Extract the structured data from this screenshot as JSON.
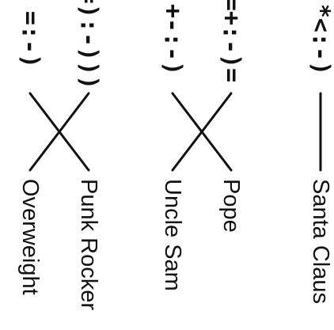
{
  "smileys": [
    {
      "text": "=:-)",
      "slot": 0
    },
    {
      "text": "=):-)))",
      "slot": 1
    },
    {
      "text": "+-:-)",
      "slot": 2
    },
    {
      "text": "=+:-)=",
      "slot": 3
    },
    {
      "text": "*<:-)",
      "slot": 4
    }
  ],
  "names": [
    {
      "text": "Overweight",
      "slot": 0
    },
    {
      "text": "Punk Rocker",
      "slot": 1
    },
    {
      "text": "Uncle Sam",
      "slot": 2
    },
    {
      "text": "Pope",
      "slot": 3
    },
    {
      "text": "Santa Claus",
      "slot": 4
    }
  ],
  "matches": [
    {
      "smiley": 0,
      "name": 1
    },
    {
      "smiley": 1,
      "name": 0
    },
    {
      "smiley": 2,
      "name": 3
    },
    {
      "smiley": 3,
      "name": 2
    },
    {
      "smiley": 4,
      "name": 4
    }
  ]
}
